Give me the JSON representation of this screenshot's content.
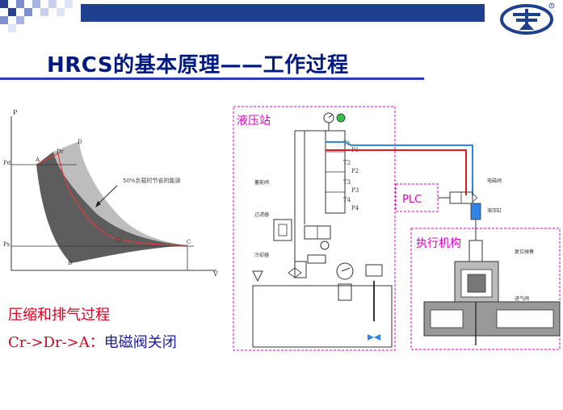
{
  "title": "HRCS的基本原理——工作过程",
  "pv_diagram": {
    "axis_p": "P",
    "axis_v": "V",
    "p_d": "Pd",
    "p_s": "Ps",
    "point_a": "A",
    "point_b": "B",
    "point_c": "C",
    "point_d": "D",
    "point_dr": "Dr",
    "point_cr": "Cr",
    "annotation": "50%负载时节省的能源"
  },
  "captions": {
    "line1": "压缩和排气过程",
    "line2_red": "Cr->Dr->A：",
    "line2_blue": "电磁阀关闭"
  },
  "schematic": {
    "station_label": "液压站",
    "plc_label": "PLC",
    "actuator_label": "执行机构",
    "ports": [
      "T1",
      "P1",
      "T2",
      "P2",
      "T3",
      "P3",
      "T4",
      "P4"
    ],
    "labels": {
      "accumulator": "蓄能阀",
      "filter": "过滤器",
      "cooler": "冷却器",
      "solenoid": "电磁阀",
      "hyd_cyl": "液压缸",
      "unloader": "复位弹簧",
      "inlet_valve": "进气阀"
    }
  },
  "colors": {
    "title": "#001a80",
    "rule": "#2b3fae",
    "caption_red": "#d7001e",
    "caption_blue": "#1a1aa8",
    "dashed_box": "#e000c8",
    "line_blue": "#2e86e6",
    "line_red": "#e21b1b"
  }
}
